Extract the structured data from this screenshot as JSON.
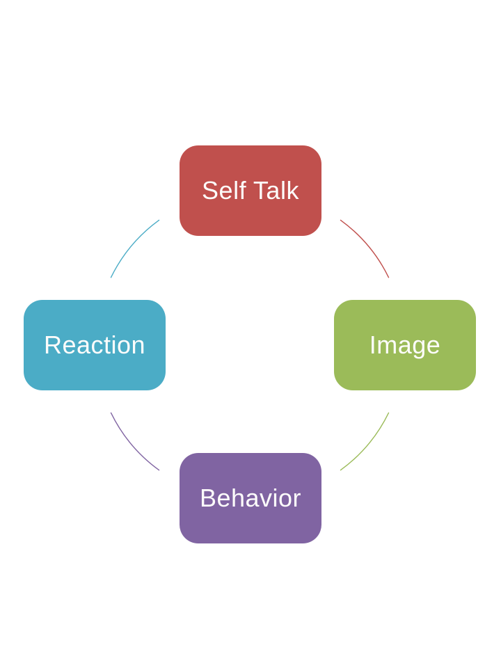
{
  "diagram": {
    "type": "cycle",
    "background_color": "#ffffff",
    "text_color": "#fdfcfb",
    "nodes": [
      {
        "label": "Self Talk",
        "position": "top",
        "color": "#c0504d"
      },
      {
        "label": "Image",
        "position": "right",
        "color": "#9bbb59"
      },
      {
        "label": "Behavior",
        "position": "bottom",
        "color": "#8064a2"
      },
      {
        "label": "Reaction",
        "position": "left",
        "color": "#4bacc6"
      }
    ],
    "connectors": [
      {
        "from": "Self Talk",
        "to": "Image",
        "color": "#c0504d"
      },
      {
        "from": "Image",
        "to": "Behavior",
        "color": "#9bbb59"
      },
      {
        "from": "Behavior",
        "to": "Reaction",
        "color": "#8064a2"
      },
      {
        "from": "Reaction",
        "to": "Self Talk",
        "color": "#4bacc6"
      }
    ]
  }
}
